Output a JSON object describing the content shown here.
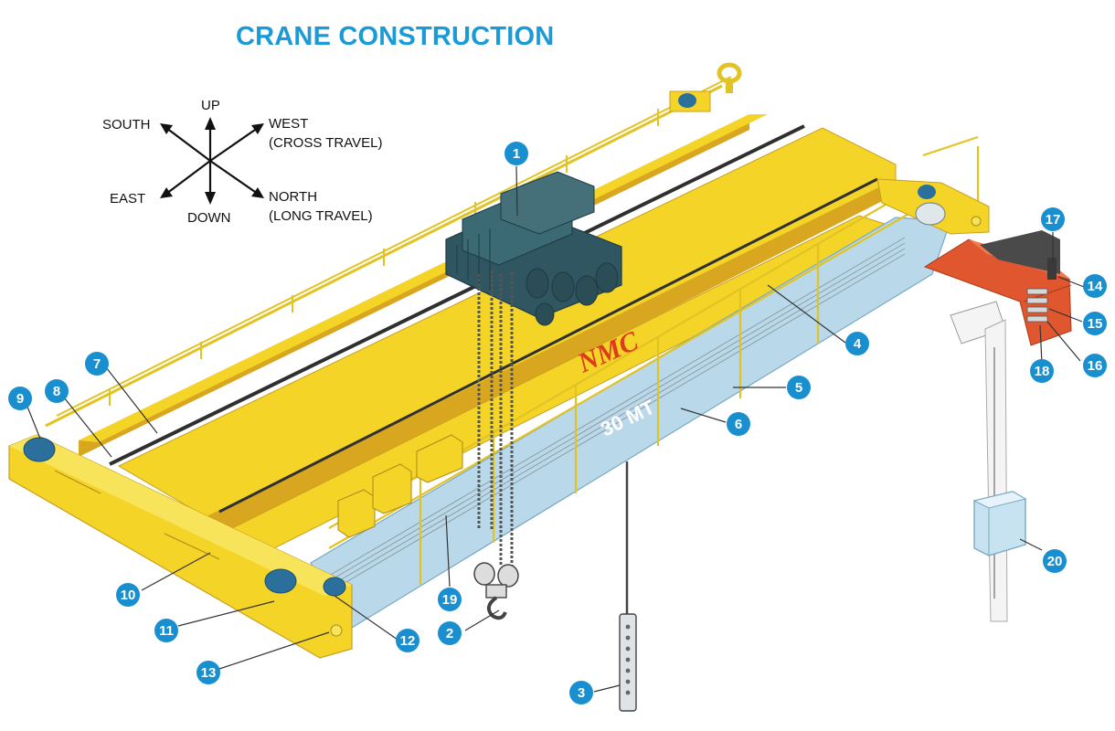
{
  "title": "CRANE CONSTRUCTION",
  "directions": [
    {
      "key": "up",
      "label": "UP"
    },
    {
      "key": "down",
      "label": "DOWN"
    },
    {
      "key": "south",
      "label": "SOUTH"
    },
    {
      "key": "east",
      "label": "EAST"
    },
    {
      "key": "west",
      "label": "WEST",
      "sub": "(CROSS TRAVEL)"
    },
    {
      "key": "north",
      "label": "NORTH",
      "sub": "(LONG TRAVEL)"
    }
  ],
  "brand": "NMC",
  "capacity": "30 MT",
  "callouts": [
    "1",
    "2",
    "3",
    "4",
    "5",
    "6",
    "7",
    "8",
    "9",
    "10",
    "11",
    "12",
    "13",
    "14",
    "15",
    "16",
    "17",
    "18",
    "19",
    "20"
  ],
  "colors": {
    "title": "#1a9ad6",
    "callout": "#1a8fd0",
    "girder": "#f5d428",
    "girder_dark": "#d9a61f",
    "trolley": "#2f5661",
    "platform": "#b9d9ea",
    "bracket": "#e0562e",
    "brand": "#e03a1e",
    "line": "#333333"
  }
}
